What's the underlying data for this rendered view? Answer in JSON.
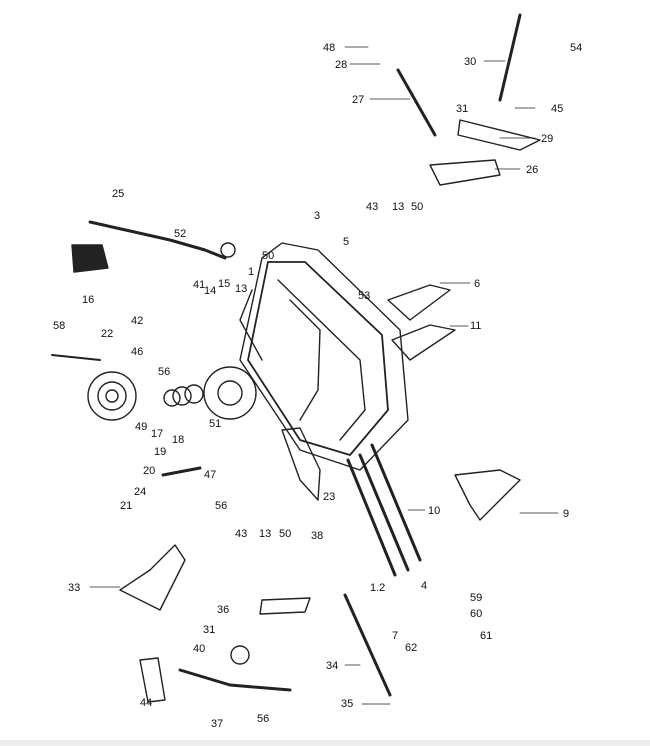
{
  "diagram": {
    "labels": [
      "48",
      "28",
      "54",
      "30",
      "27",
      "31",
      "45",
      "29",
      "26",
      "43",
      "13",
      "50",
      "25",
      "3",
      "5",
      "52",
      "16",
      "50",
      "41",
      "15",
      "14",
      "1",
      "13",
      "6",
      "53",
      "11",
      "42",
      "58",
      "22",
      "46",
      "56",
      "51",
      "18",
      "19",
      "17",
      "49",
      "20",
      "47",
      "24",
      "21",
      "56",
      "23",
      "10",
      "9",
      "38",
      "43",
      "13",
      "50",
      "33",
      "1.2",
      "4",
      "7",
      "59",
      "60",
      "36",
      "31",
      "62",
      "61",
      "40",
      "34",
      "44",
      "37",
      "56",
      "35"
    ]
  }
}
